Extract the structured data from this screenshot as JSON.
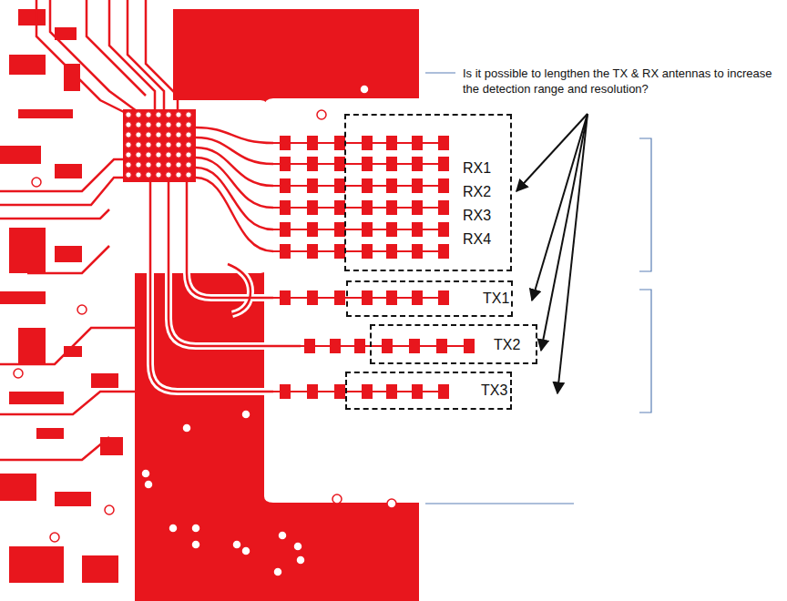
{
  "diagram": {
    "nodes": [
      {
        "text": [
          "RX1",
          "RX2",
          "RX3",
          "RX4"
        ]
      },
      {
        "text": [
          "TX1"
        ]
      },
      {
        "text": [
          "TX2"
        ]
      },
      {
        "text": [
          "TX3"
        ]
      }
    ],
    "labels": [
      "Is it possible to lengthen the TX & RX antennas to increase the detection range and resolution?"
    ]
  }
}
